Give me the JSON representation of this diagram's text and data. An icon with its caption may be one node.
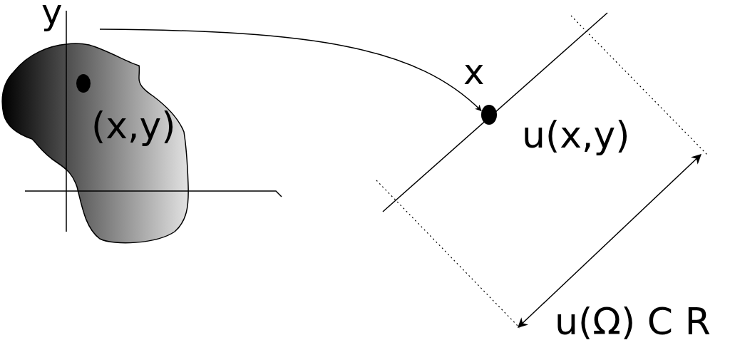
{
  "diagram": {
    "nodes": [
      {
        "text": [],
        "shape": "circle"
      },
      {
        "text": [],
        "shape": "circle"
      }
    ],
    "edges": [
      {
        "from": null,
        "to": 1,
        "arrow": "to"
      }
    ],
    "labels": [
      "y",
      "(x,y)",
      "x",
      "u(x,y)",
      "u(Ω) C R"
    ]
  }
}
